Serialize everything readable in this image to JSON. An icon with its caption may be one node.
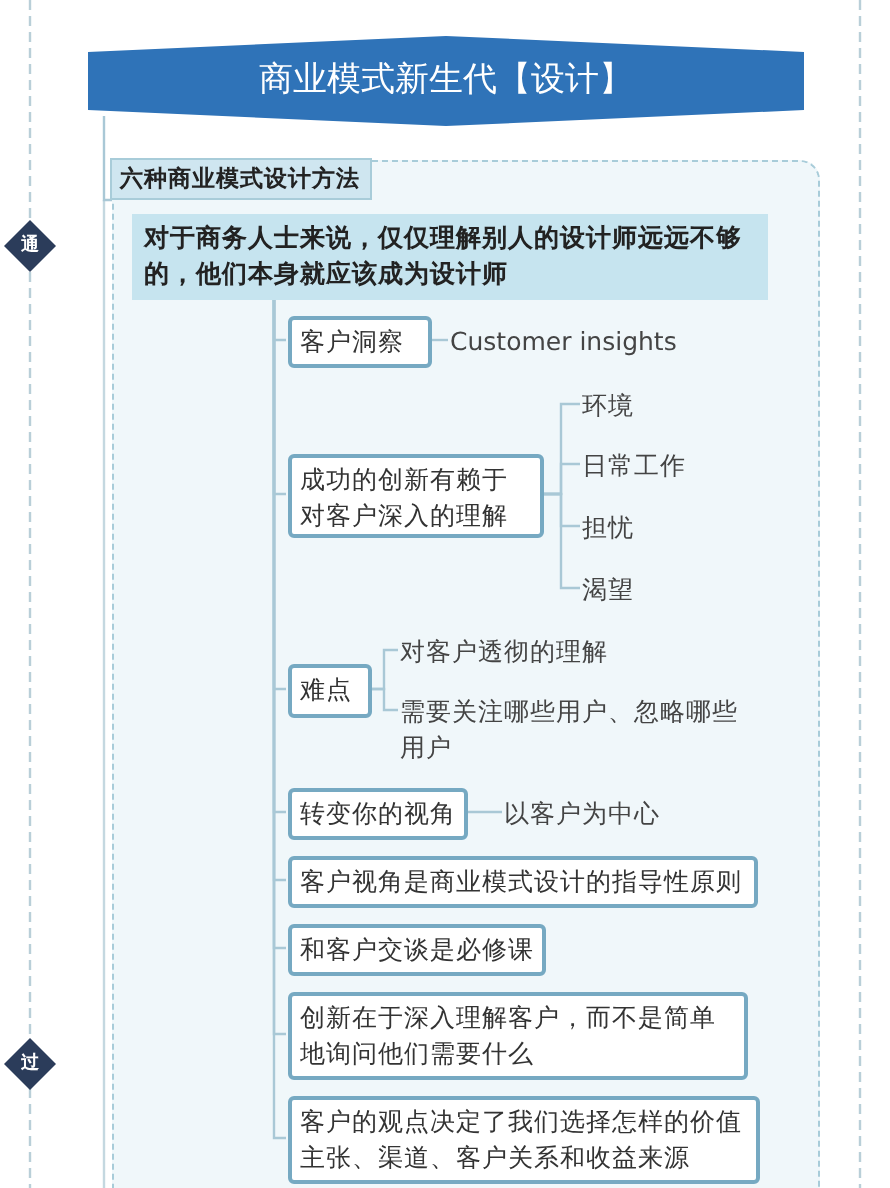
{
  "diagram": {
    "nodes": [
      {
        "text": [
          "通"
        ]
      },
      {
        "text": [
          "商业模式新生代【设计】"
        ]
      },
      {
        "text": [
          "六种商业模式设计方法"
        ]
      },
      {
        "text": [
          "对于商务人士来说，仅仅理解别人的设计师远远不够的，他们本身就应该成为设计师"
        ],
        "in": 2
      },
      {
        "text": [
          "客户洞察"
        ],
        "in": 2
      },
      {
        "text": [
          "Customer insights"
        ],
        "in": 2
      },
      {
        "text": [
          "成功的创新有赖于对客户深入的理解"
        ],
        "in": 2
      },
      {
        "text": [
          "环境"
        ],
        "in": 2
      },
      {
        "text": [
          "日常工作"
        ],
        "in": 2
      },
      {
        "text": [
          "担忧"
        ],
        "in": 2
      },
      {
        "text": [
          "渴望"
        ],
        "in": 2
      },
      {
        "text": [
          "难点"
        ],
        "in": 2
      },
      {
        "text": [
          "对客户透彻的理解"
        ],
        "in": 2
      },
      {
        "text": [
          "需要关注哪些用户、忽略哪些用户"
        ],
        "in": 2
      },
      {
        "text": [
          "转变你的视角"
        ],
        "in": 2
      },
      {
        "text": [
          "以客户为中心"
        ],
        "in": 2
      },
      {
        "text": [
          "客户视角是商业模式设计的指导性原则"
        ],
        "in": 2
      },
      {
        "text": [
          "和客户交谈是必修课"
        ],
        "in": 2
      },
      {
        "text": [
          "创新在于深入理解客户，而不是简单地询问他们需要什么"
        ],
        "in": 2
      },
      {
        "text": [
          "客户的观点决定了我们选择怎样的价值主张、渠道、客户关系和收益来源"
        ],
        "in": 2
      },
      {
        "text": [
          "过"
        ]
      }
    ],
    "edges": [
      {
        "from": 1,
        "to": 2,
        "arrow": "none"
      },
      {
        "from": 3,
        "to": 4,
        "arrow": "none"
      },
      {
        "from": 4,
        "to": 5,
        "arrow": "none"
      },
      {
        "from": 3,
        "to": 6,
        "arrow": "none"
      },
      {
        "from": 6,
        "to": 7,
        "arrow": "none"
      },
      {
        "from": 6,
        "to": 8,
        "arrow": "none"
      },
      {
        "from": 6,
        "to": 9,
        "arrow": "none"
      },
      {
        "from": 6,
        "to": 10,
        "arrow": "none"
      },
      {
        "from": 3,
        "to": 11,
        "arrow": "none"
      },
      {
        "from": 11,
        "to": 12,
        "arrow": "none"
      },
      {
        "from": 11,
        "to": 13,
        "arrow": "none"
      },
      {
        "from": 3,
        "to": 14,
        "arrow": "none"
      },
      {
        "from": 14,
        "to": 15,
        "arrow": "none"
      },
      {
        "from": 3,
        "to": 16,
        "arrow": "none"
      },
      {
        "from": 3,
        "to": 17,
        "arrow": "none"
      },
      {
        "from": 3,
        "to": 18,
        "arrow": "none"
      },
      {
        "from": 3,
        "to": 19,
        "arrow": "none"
      }
    ]
  }
}
